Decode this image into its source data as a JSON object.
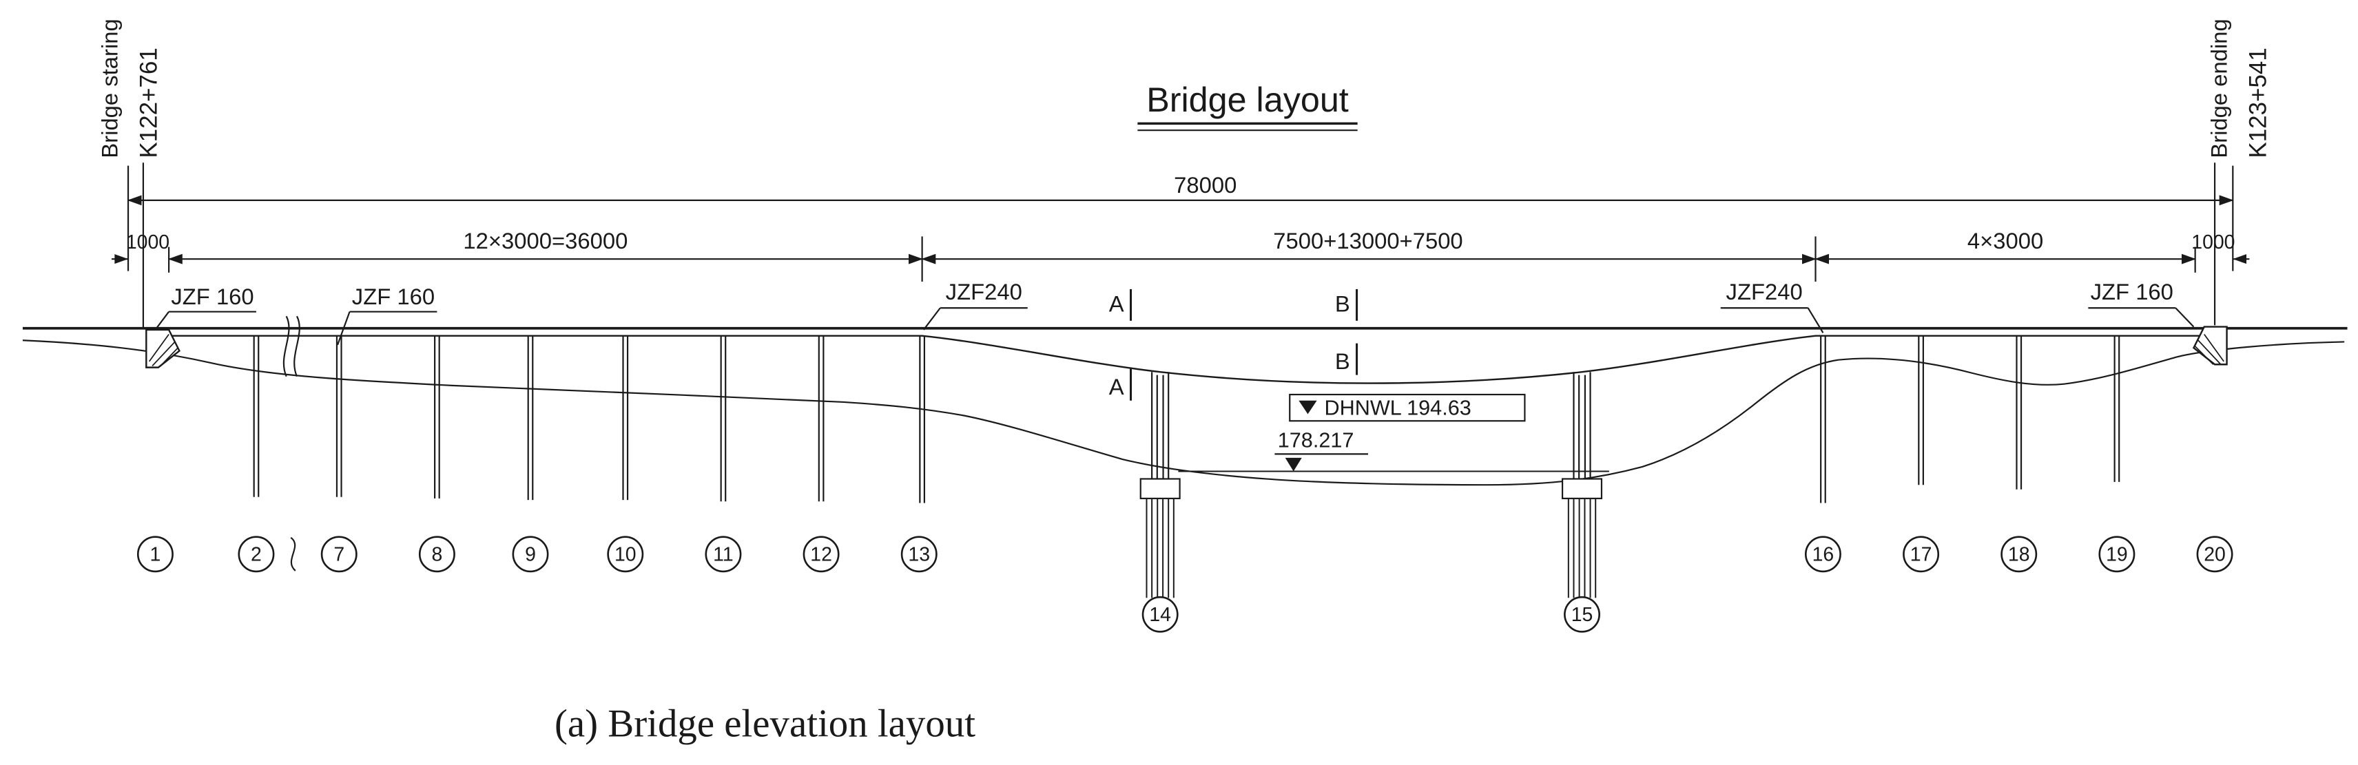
{
  "title": "Bridge layout",
  "caption": "(a) Bridge elevation layout",
  "stations": {
    "start": {
      "label": "Bridge staring",
      "chainage": "K122+761"
    },
    "end": {
      "label": "Bridge ending",
      "chainage": "K123+541"
    }
  },
  "dimensions": {
    "total": "78000",
    "spans": [
      "1000",
      "12×3000=36000",
      "7500+13000+7500",
      "4×3000",
      "1000"
    ]
  },
  "bearings": [
    "JZF 160",
    "JZF 160",
    "JZF240",
    "JZF240",
    "JZF 160"
  ],
  "section_markers": {
    "a": "A",
    "b": "B"
  },
  "water": {
    "high_level": "DHNWL 194.63",
    "low_level": "178.217"
  },
  "piers": [
    "1",
    "2",
    "7",
    "8",
    "9",
    "10",
    "11",
    "12",
    "13",
    "14",
    "15",
    "16",
    "17",
    "18",
    "19",
    "20"
  ]
}
